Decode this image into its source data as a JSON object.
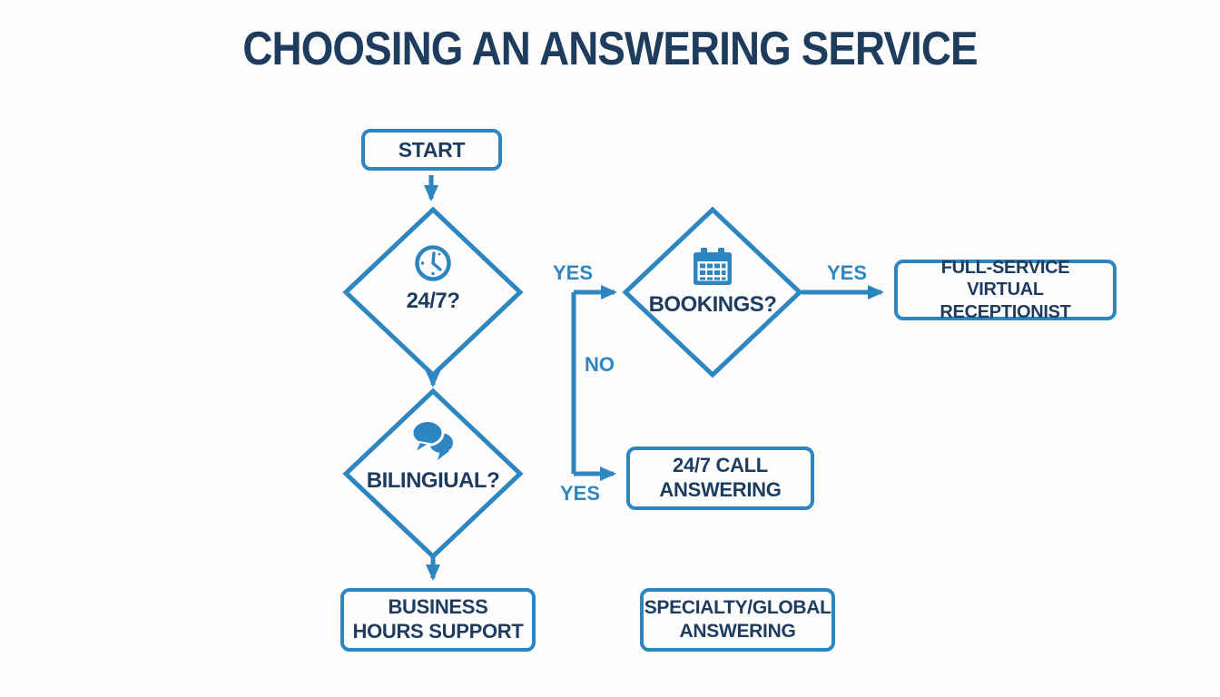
{
  "title": "CHOOSING AN ANSWERING SERVICE",
  "colors": {
    "line_blue": "#2e86c1",
    "text_navy": "#1d3c5e",
    "node_fill": "#fdfdfe",
    "background": "#fcfcfc"
  },
  "flowchart": {
    "start": {
      "label": "START"
    },
    "decision_247": {
      "label": "24/7?",
      "icon": "clock-icon"
    },
    "decision_bookings": {
      "label": "BOOKINGS?",
      "icon": "calendar-icon"
    },
    "decision_bilingual": {
      "label": "BILINGIUAL?",
      "icon": "chat-bubbles-icon"
    },
    "outcome_full_service": {
      "label": "FULL-SERVICE VIRTUAL RECEPTIONIST"
    },
    "outcome_call_answering": {
      "label": "24/7 CALL ANSWERING"
    },
    "outcome_business_hours": {
      "label": "BUSINESS HOURS SUPPORT"
    },
    "outcome_specialty": {
      "label": "SPECIALTY/GLOBAL ANSWERING"
    },
    "edge_labels": {
      "yes_to_bookings": "YES",
      "no_down": "NO",
      "yes_to_call_answering": "YES",
      "yes_to_full_service": "YES"
    }
  }
}
